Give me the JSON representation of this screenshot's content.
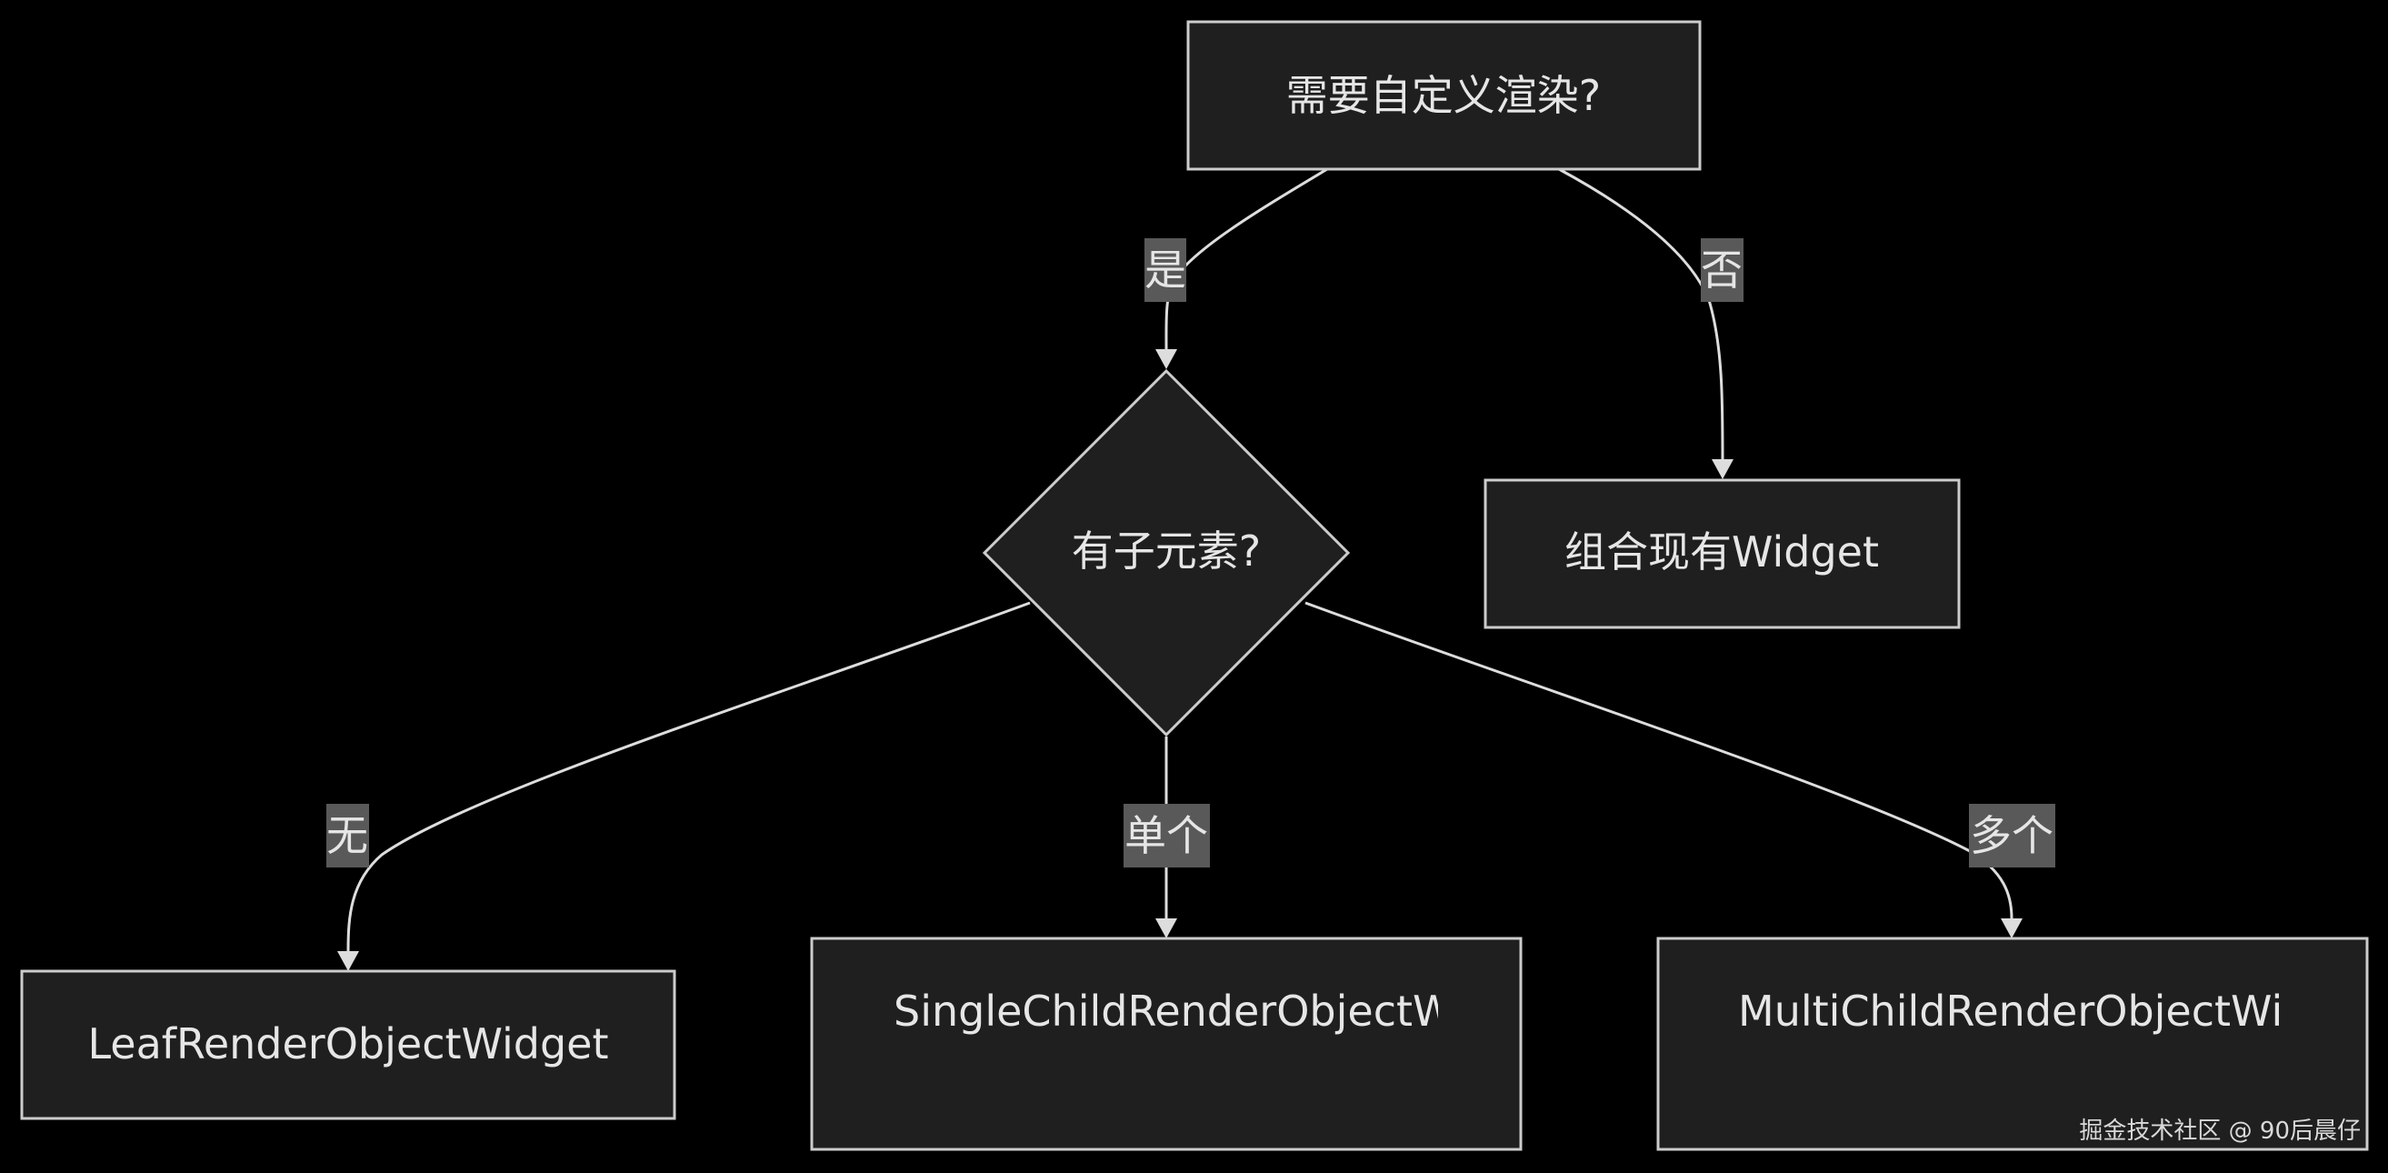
{
  "nodes": {
    "start": "需要自定义渲染?",
    "has_children": "有子元素?",
    "compose": "组合现有Widget",
    "leaf": "LeafRenderObjectWidget",
    "single": "SingleChildRenderObjectWidget",
    "multi": "MultiChildRenderObjectWidget"
  },
  "edges": {
    "yes": "是",
    "no": "否",
    "none": "无",
    "single": "单个",
    "multiple": "多个"
  },
  "watermark": "掘金技术社区 @ 90后晨仔",
  "colors": {
    "background": "#000000",
    "node_fill": "#1f1f1f",
    "node_stroke": "#cccccc",
    "edge": "#dddddd",
    "edge_label_bg": "#595959",
    "text": "#e6e6e6"
  }
}
